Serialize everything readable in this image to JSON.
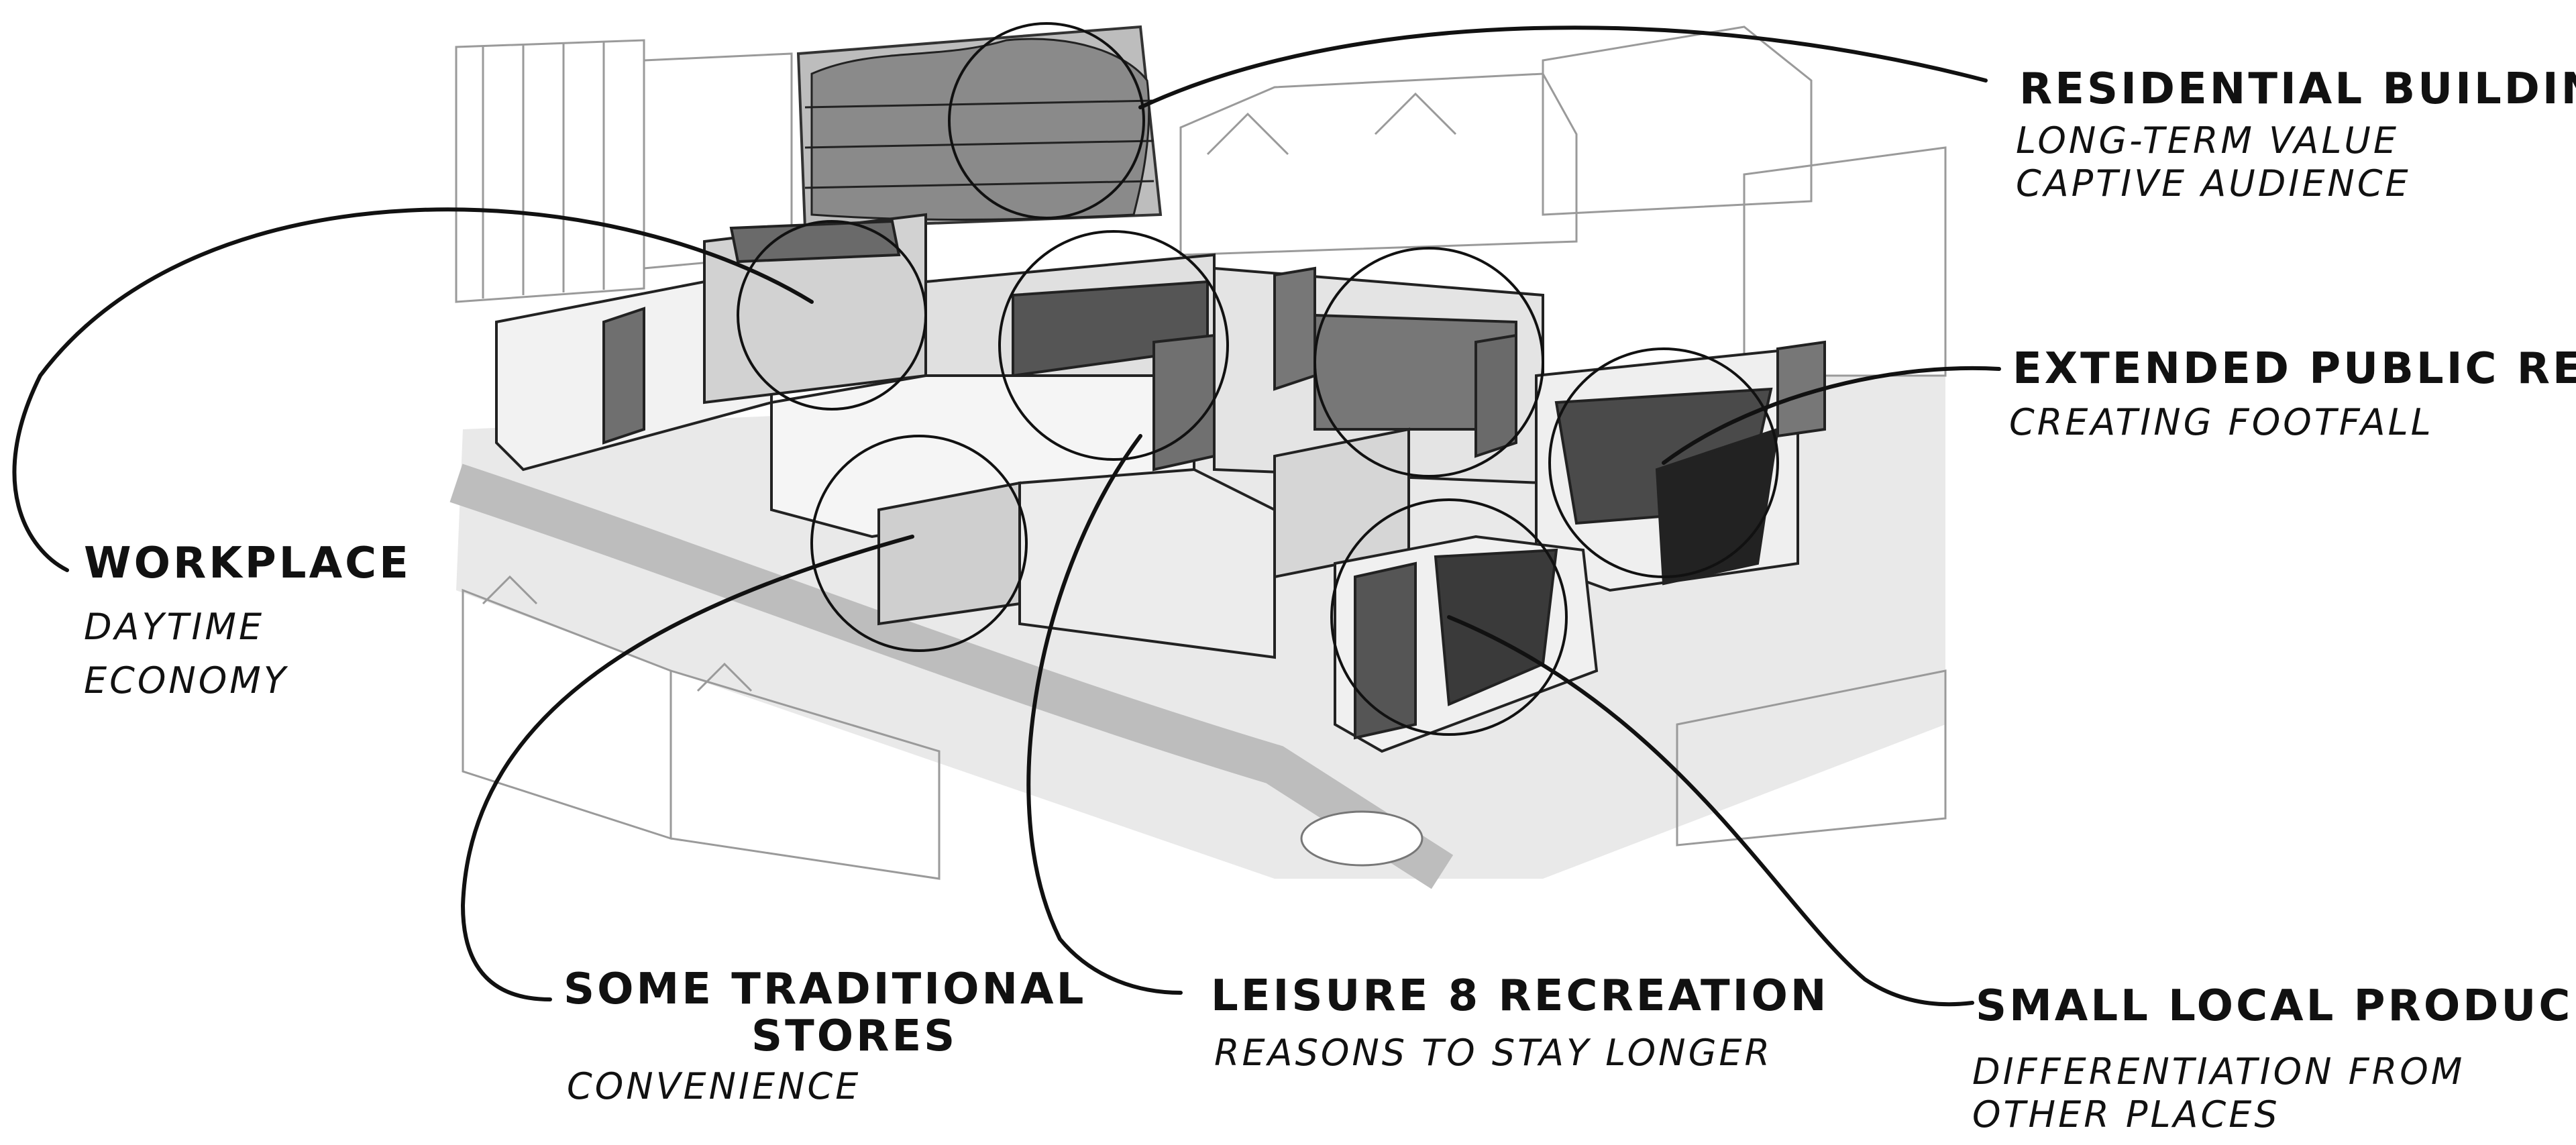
{
  "labels": {
    "residential": {
      "title": "RESIDENTIAL BUILDINGS",
      "lines": [
        "LONG-TERM VALUE",
        "CAPTIVE AUDIENCE"
      ]
    },
    "public_realm": {
      "title": "EXTENDED PUBLIC REALM",
      "lines": [
        "CREATING FOOTFALL"
      ]
    },
    "workplace": {
      "title": "WORKPLACE",
      "lines": [
        "DAYTIME",
        "ECONOMY"
      ]
    },
    "traditional": {
      "title_lines": [
        "SOME TRADITIONAL",
        "STORES"
      ],
      "lines": [
        "CONVENIENCE"
      ]
    },
    "leisure": {
      "title": "LEISURE 8 RECREATION",
      "lines": [
        "REASONS TO STAY LONGER"
      ]
    },
    "producers": {
      "title": "SMALL LOCAL PRODUCERS",
      "lines": [
        "DIFFERENTIATION FROM",
        "OTHER PLACES"
      ]
    }
  },
  "colors": {
    "ink": "#111111",
    "tone_light": "#e6e6e6",
    "tone_mid": "#b3b3b3",
    "tone_dark": "#5a5a5a"
  }
}
